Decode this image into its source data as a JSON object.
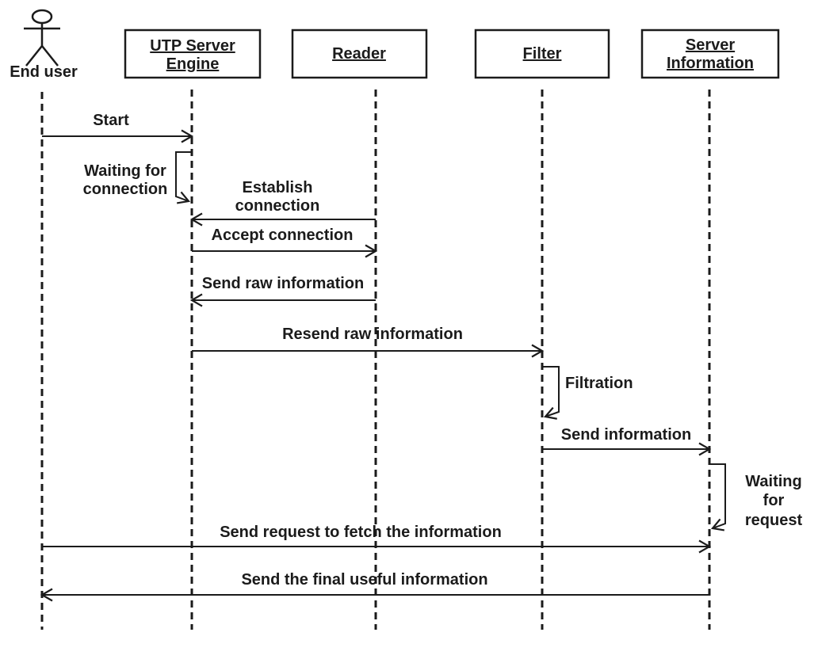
{
  "diagram": {
    "kind": "uml-sequence-diagram",
    "background": "#ffffff",
    "ink": "#1b1b1b",
    "actors": [
      {
        "id": "end-user",
        "shape": "stick-figure",
        "label": "End user"
      },
      {
        "id": "utp-server-engine",
        "shape": "box",
        "label": "UTP Server Engine",
        "line1": "UTP Server",
        "line2": "Engine"
      },
      {
        "id": "reader",
        "shape": "box",
        "label": "Reader",
        "line1": "Reader"
      },
      {
        "id": "filter",
        "shape": "box",
        "label": "Filter",
        "line1": "Filter"
      },
      {
        "id": "server-information",
        "shape": "box",
        "label": "Server Information",
        "line1": "Server",
        "line2": "Information"
      }
    ],
    "messages": [
      {
        "n": 1,
        "from": "End user",
        "to": "UTP Server Engine",
        "label": "Start"
      },
      {
        "n": 2,
        "from": "UTP Server Engine",
        "to": "UTP Server Engine",
        "label": "Waiting for connection",
        "line1": "Waiting for",
        "line2": "connection"
      },
      {
        "n": 3,
        "from": "Reader",
        "to": "UTP Server Engine",
        "label": "Establish connection",
        "line1": "Establish",
        "line2": "connection"
      },
      {
        "n": 4,
        "from": "UTP Server Engine",
        "to": "Reader",
        "label": "Accept connection"
      },
      {
        "n": 5,
        "from": "Reader",
        "to": "UTP Server Engine",
        "label": "Send raw information"
      },
      {
        "n": 6,
        "from": "UTP Server Engine",
        "to": "Filter",
        "label": "Resend raw information"
      },
      {
        "n": 7,
        "from": "Filter",
        "to": "Filter",
        "label": "Filtration"
      },
      {
        "n": 8,
        "from": "Filter",
        "to": "Server Information",
        "label": "Send information"
      },
      {
        "n": 9,
        "from": "Server Information",
        "to": "Server Information",
        "label": "Waiting for request",
        "line1": "Waiting",
        "line2": "for",
        "line3": "request"
      },
      {
        "n": 10,
        "from": "End user",
        "to": "Server Information",
        "label": "Send request to fetch the information"
      },
      {
        "n": 11,
        "from": "Server Information",
        "to": "End user",
        "label": "Send the final useful information"
      }
    ]
  }
}
